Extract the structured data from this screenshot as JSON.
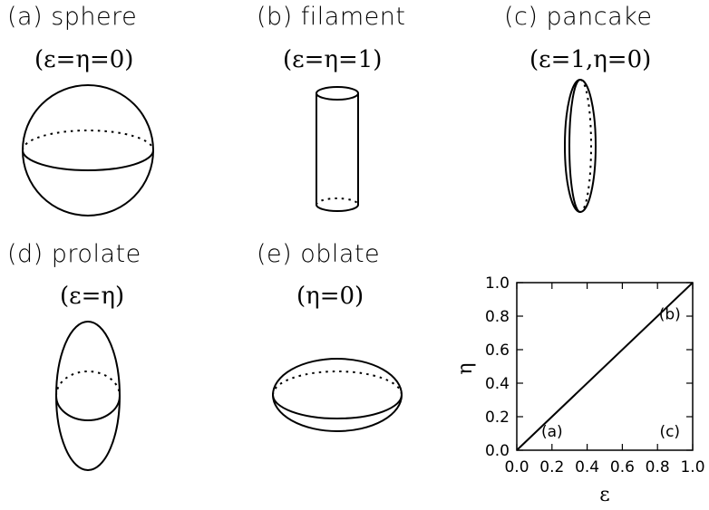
{
  "panels": [
    {
      "label": "(a) sphere",
      "condition": "(ε=η=0)"
    },
    {
      "label": "(b) filament",
      "condition": "(ε=η=1)"
    },
    {
      "label": "(c) pancake",
      "condition": "(ε=1,η=0)"
    },
    {
      "label": "(d) prolate",
      "condition": "(ε=η)"
    },
    {
      "label": "(e) oblate",
      "condition": "(η=0)"
    }
  ],
  "chart_data": {
    "type": "line",
    "xlabel": "ε",
    "ylabel": "η",
    "xlim": [
      0.0,
      1.0
    ],
    "ylim": [
      0.0,
      1.0
    ],
    "x_ticks": [
      "0.0",
      "0.2",
      "0.4",
      "0.6",
      "0.8",
      "1.0"
    ],
    "y_ticks": [
      "0.0",
      "0.2",
      "0.4",
      "0.6",
      "0.8",
      "1.0"
    ],
    "series": [
      {
        "x": [
          0.0,
          1.0
        ],
        "y": [
          0.0,
          1.0
        ]
      }
    ],
    "annotations": [
      {
        "text": "(a)",
        "x": 0.2,
        "y": 0.08
      },
      {
        "text": "(b)",
        "x": 0.87,
        "y": 0.78
      },
      {
        "text": "(c)",
        "x": 0.87,
        "y": 0.08
      }
    ]
  }
}
